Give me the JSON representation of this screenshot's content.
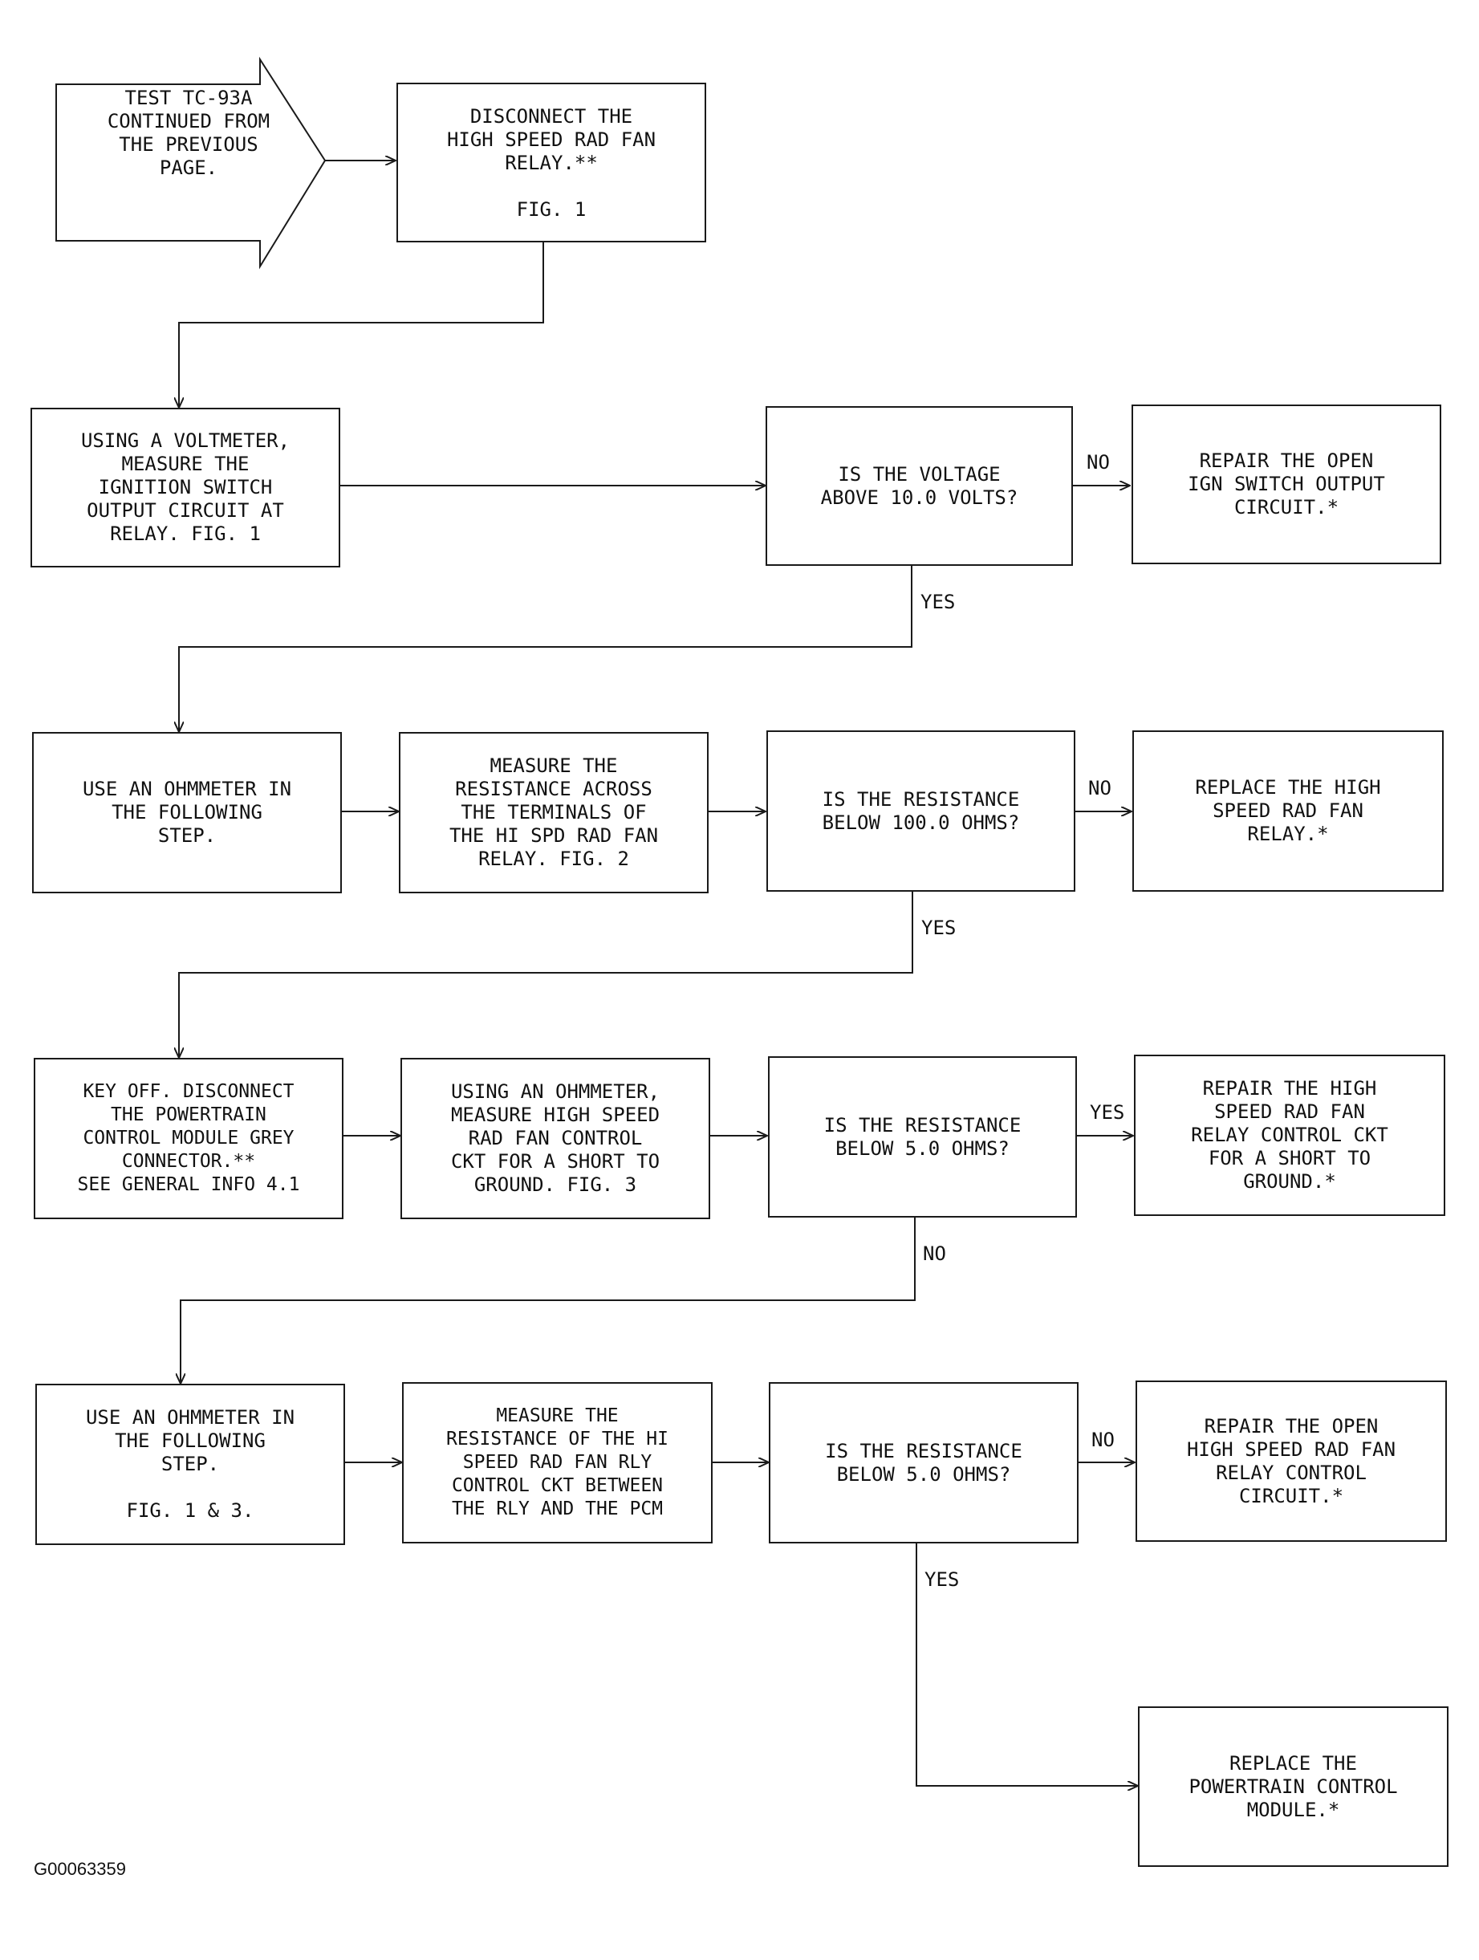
{
  "start_arrow": {
    "text": "TEST TC-93A\nCONTINUED FROM\nTHE PREVIOUS\nPAGE."
  },
  "steps": {
    "disconnect_relay": "DISCONNECT THE\nHIGH SPEED RAD FAN\nRELAY.**\n\nFIG. 1",
    "measure_ign_output": "USING A VOLTMETER,\nMEASURE THE\nIGNITION SWITCH\nOUTPUT CIRCUIT AT\nRELAY. FIG. 1",
    "use_ohmmeter_1": "USE AN OHMMETER IN\nTHE FOLLOWING\nSTEP.",
    "measure_relay_resistance": "MEASURE THE\nRESISTANCE ACROSS\nTHE TERMINALS OF\nTHE HI SPD RAD FAN\nRELAY.     FIG. 2",
    "key_off_disconnect": "KEY OFF. DISCONNECT\nTHE POWERTRAIN\nCONTROL MODULE GREY\nCONNECTOR.**\nSEE GENERAL INFO 4.1",
    "measure_short_ground": "USING AN OHMMETER,\nMEASURE HIGH SPEED\nRAD FAN CONTROL\nCKT FOR A SHORT TO\nGROUND. FIG. 3",
    "use_ohmmeter_2": "USE AN OHMMETER IN\nTHE FOLLOWING\nSTEP.\n\nFIG. 1 & 3.",
    "measure_control_ckt": "MEASURE THE\nRESISTANCE OF THE HI\nSPEED RAD FAN RLY\nCONTROL CKT BETWEEN\nTHE RLY AND THE PCM"
  },
  "decisions": {
    "voltage_check": "IS THE VOLTAGE\nABOVE 10.0 VOLTS?",
    "relay_resistance_check": "IS THE RESISTANCE\nBELOW 100.0 OHMS?",
    "short_ground_check": "IS THE RESISTANCE\nBELOW 5.0 OHMS?",
    "control_ckt_check": "IS THE RESISTANCE\nBELOW 5.0 OHMS?"
  },
  "actions": {
    "repair_ign_output": "REPAIR THE OPEN\nIGN SWITCH OUTPUT\nCIRCUIT.*",
    "replace_relay": "REPLACE THE HIGH\nSPEED RAD FAN\nRELAY.*",
    "repair_short_ground": "REPAIR THE HIGH\nSPEED RAD FAN\nRELAY CONTROL CKT\nFOR A SHORT TO\nGROUND.*",
    "repair_open_control": "REPAIR THE OPEN\nHIGH SPEED RAD FAN\nRELAY CONTROL\nCIRCUIT.*",
    "replace_pcm": "REPLACE THE\nPOWERTRAIN CONTROL\nMODULE.*"
  },
  "branch_labels": {
    "voltage_no": "NO",
    "voltage_yes": "YES",
    "relay_no": "NO",
    "relay_yes": "YES",
    "short_yes": "YES",
    "short_no": "NO",
    "control_no": "NO",
    "control_yes": "YES"
  },
  "figure_id": "G00063359"
}
